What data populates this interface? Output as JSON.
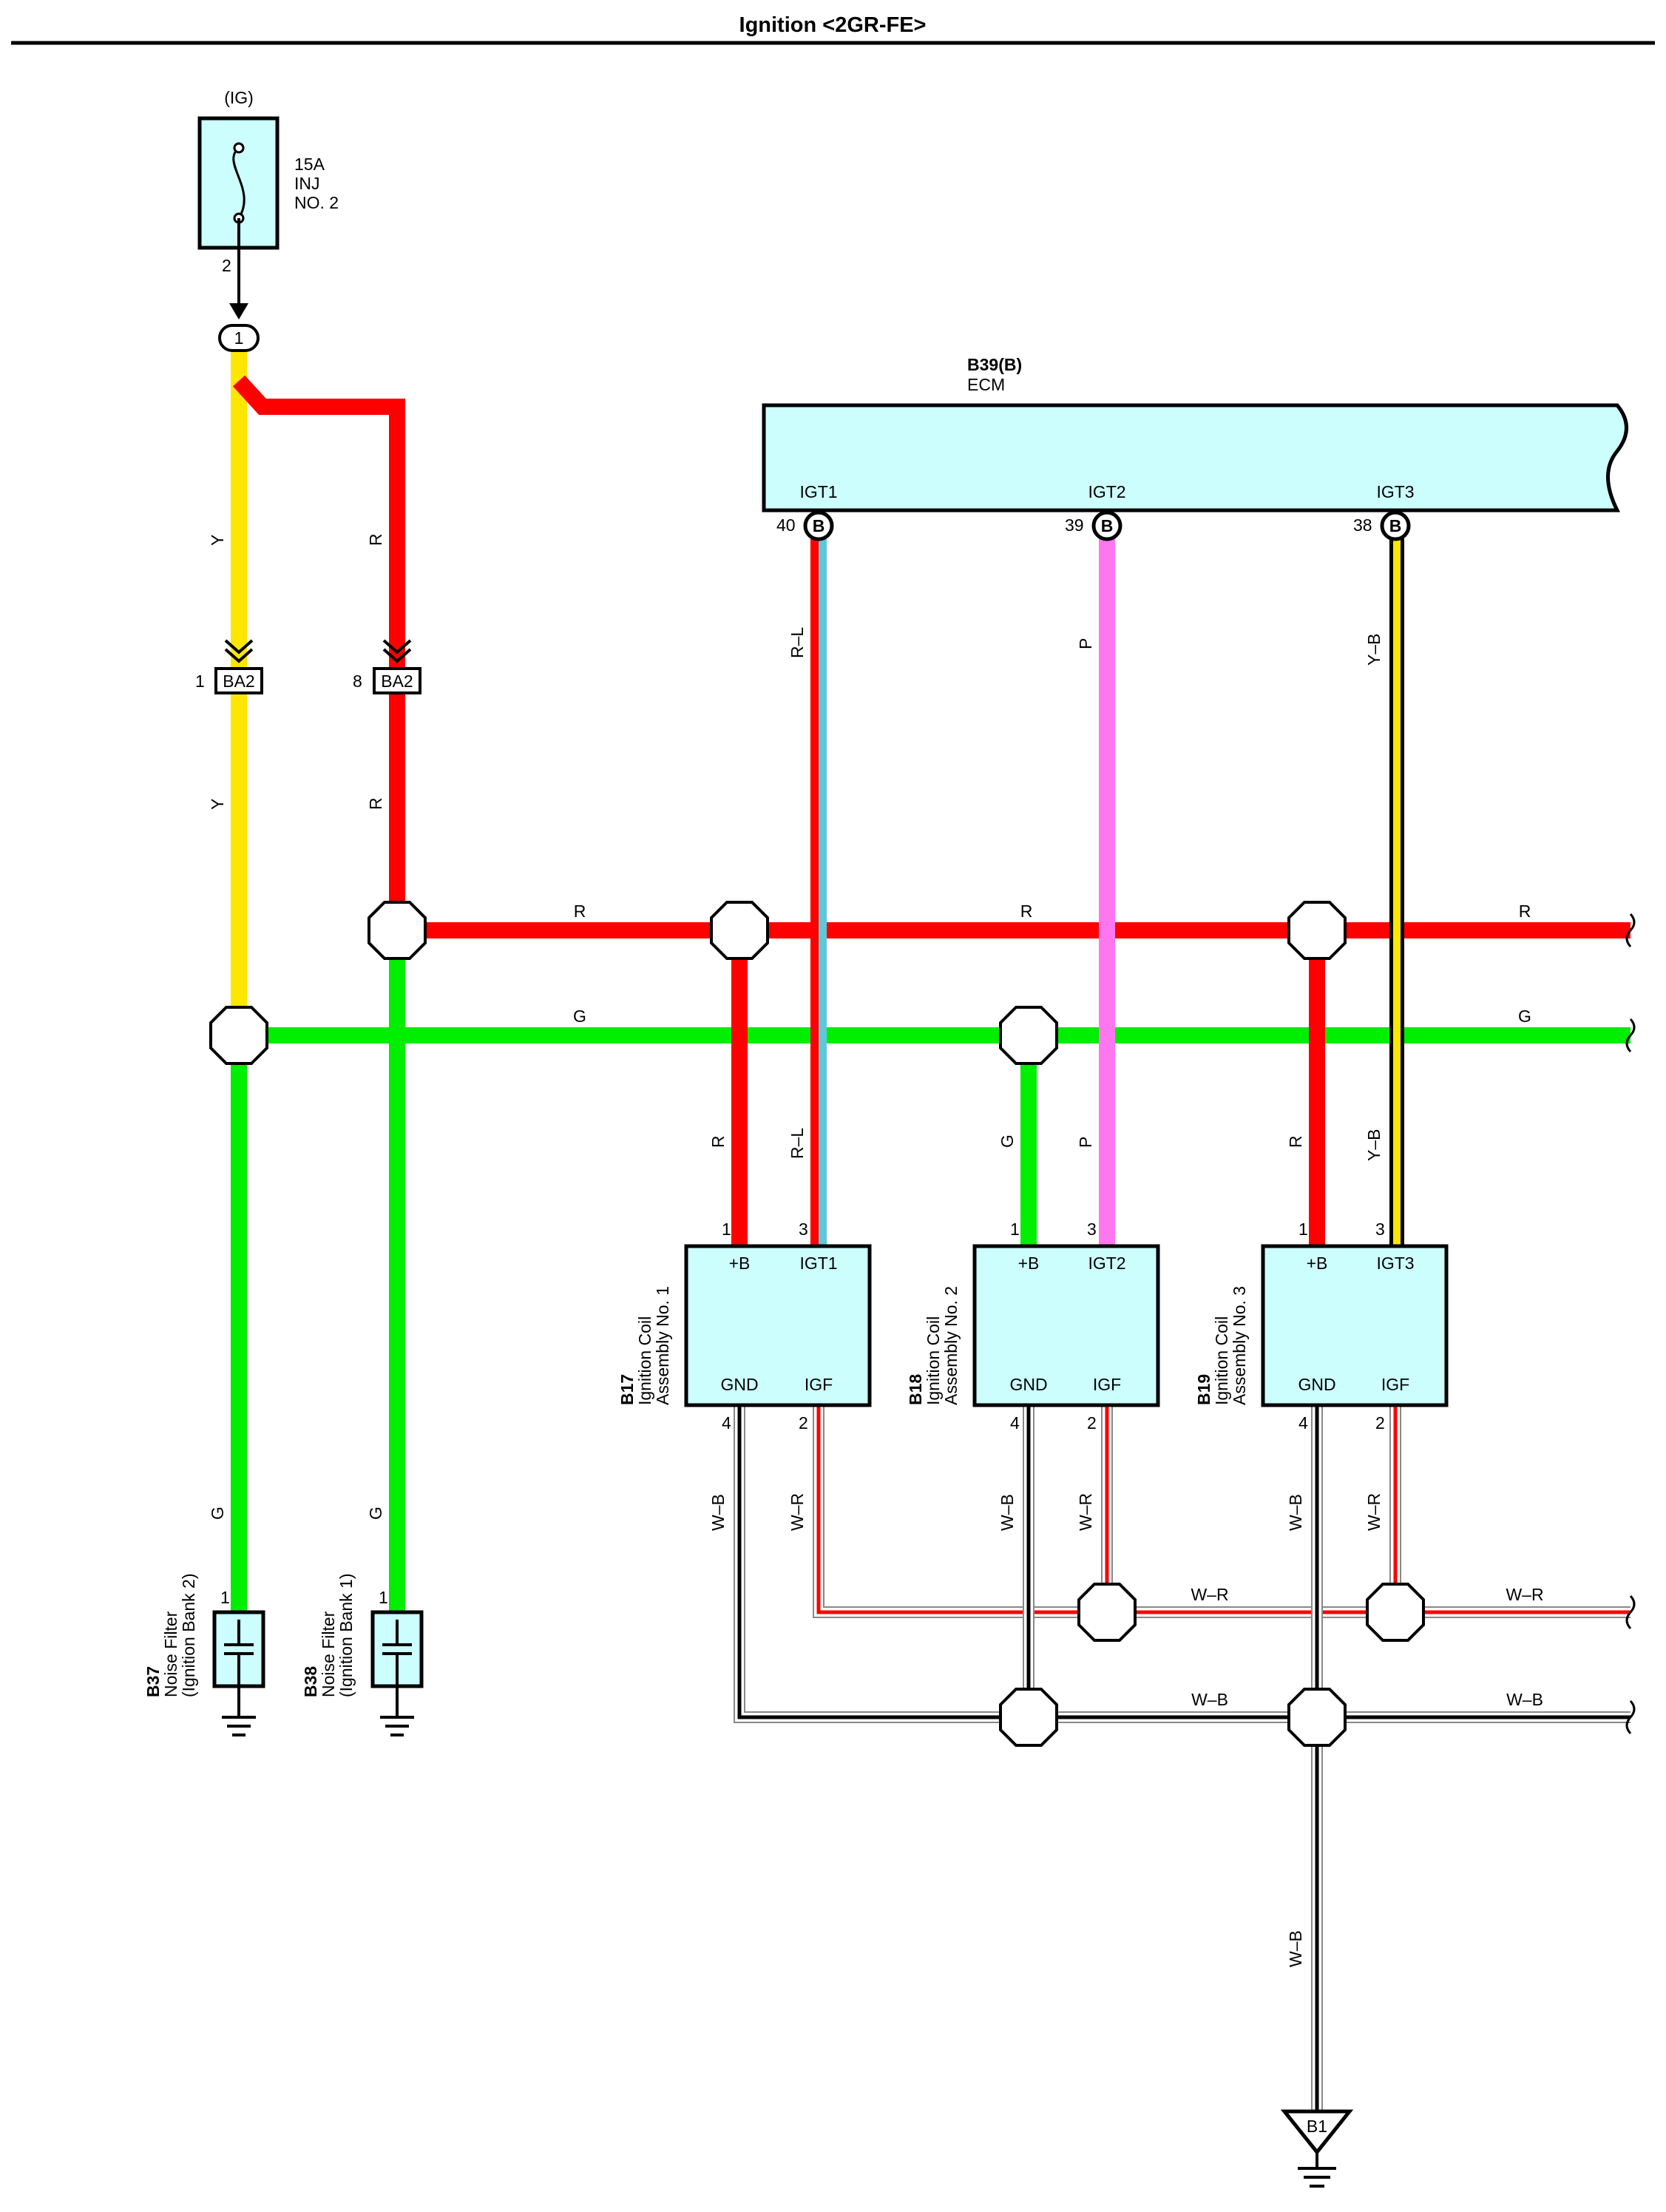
{
  "title": "Ignition <2GR-FE>",
  "fuse": {
    "source": "(IG)",
    "rating": "15A",
    "name_line1": "INJ",
    "name_line2": "NO. 2",
    "pin": "2"
  },
  "connector_1": "1",
  "ba2": {
    "label": "BA2",
    "pin_left": "1",
    "pin_right": "8"
  },
  "ecm": {
    "code": "B39(B)",
    "name": "ECM",
    "terminals": [
      {
        "label": "IGT1",
        "pin": "40",
        "badge": "B"
      },
      {
        "label": "IGT2",
        "pin": "39",
        "badge": "B"
      },
      {
        "label": "IGT3",
        "pin": "38",
        "badge": "B"
      }
    ]
  },
  "coils": [
    {
      "code": "B17",
      "line1": "Ignition Coil",
      "line2": "Assembly No. 1",
      "plusb": "+B",
      "igt": "IGT1",
      "gnd": "GND",
      "igf": "IGF",
      "pin_b": "1",
      "pin_igt": "3",
      "pin_gnd": "4",
      "pin_igf": "2"
    },
    {
      "code": "B18",
      "line1": "Ignition Coil",
      "line2": "Assembly No. 2",
      "plusb": "+B",
      "igt": "IGT2",
      "gnd": "GND",
      "igf": "IGF",
      "pin_b": "1",
      "pin_igt": "3",
      "pin_gnd": "4",
      "pin_igf": "2"
    },
    {
      "code": "B19",
      "line1": "Ignition Coil",
      "line2": "Assembly No. 3",
      "plusb": "+B",
      "igt": "IGT3",
      "gnd": "GND",
      "igf": "IGF",
      "pin_b": "1",
      "pin_igt": "3",
      "pin_gnd": "4",
      "pin_igf": "2"
    }
  ],
  "filters": [
    {
      "code": "B37",
      "line1": "Noise Filter",
      "line2": "(Ignition Bank 2)",
      "pin": "1"
    },
    {
      "code": "B38",
      "line1": "Noise Filter",
      "line2": "(Ignition Bank 1)",
      "pin": "1"
    }
  ],
  "ground": {
    "label": "B1"
  },
  "wire_labels": {
    "y": "Y",
    "r": "R",
    "g": "G",
    "rl": "R–L",
    "p": "P",
    "yb": "Y–B",
    "wb": "W–B",
    "wr": "W–R"
  },
  "colors": {
    "yellow": "#ffe600",
    "red": "#ff0000",
    "green": "#00ee00",
    "pink": "#ff77ee",
    "teal": "#5fc8d8",
    "component": "#ccfefe",
    "black": "#000000",
    "white": "#ffffff"
  }
}
